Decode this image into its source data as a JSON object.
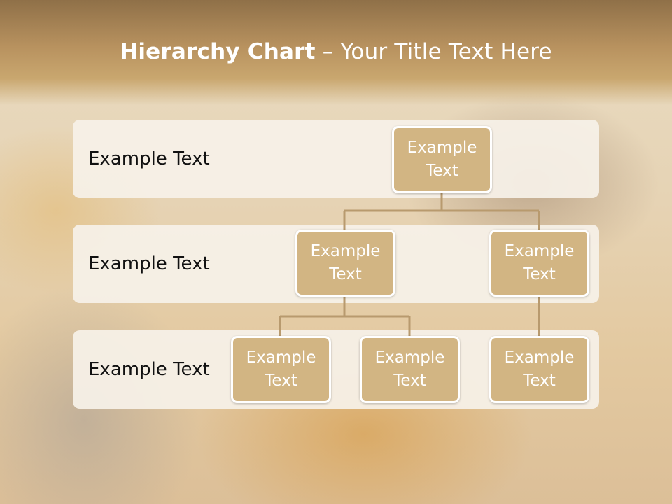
{
  "slide": {
    "title_bold": "Hierarchy Chart",
    "title_rest": " – Your Title Text Here"
  },
  "bands": [
    {
      "label": "Example Text"
    },
    {
      "label": "Example Text"
    },
    {
      "label": "Example Text"
    }
  ],
  "nodes": {
    "root": "Example Text",
    "level2_left": "Example Text",
    "level2_right": "Example Text",
    "level3_a": "Example Text",
    "level3_b": "Example Text",
    "level3_c": "Example Text"
  },
  "colors": {
    "header": "#b8925f",
    "node_fill": "#d2b583",
    "node_border": "#ffffff",
    "connector": "#b89a6e",
    "band_fill": "#f6f1e8"
  }
}
